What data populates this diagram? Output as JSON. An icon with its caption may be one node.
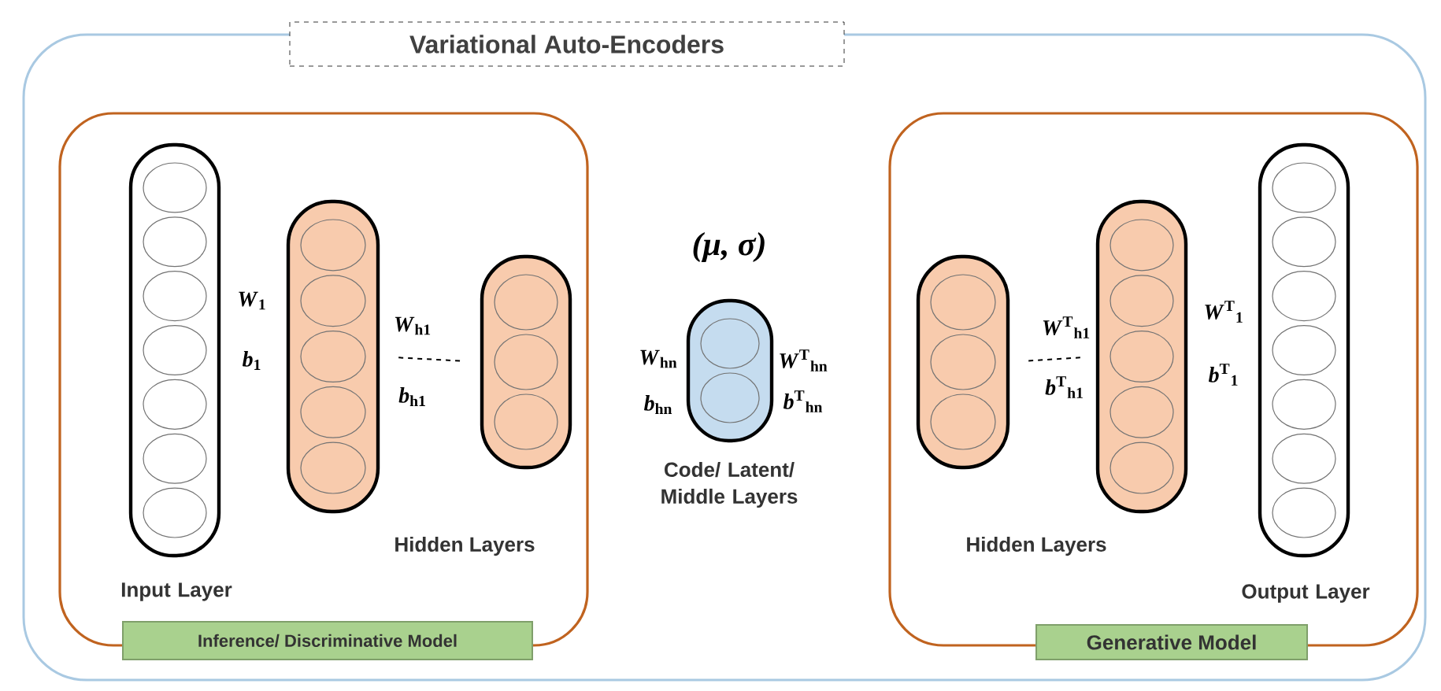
{
  "diagram": {
    "title": "Variational Auto-Encoders",
    "nodes": [
      {
        "text": [
          "Inference/ Discriminative Model"
        ]
      },
      {
        "text": [
          "Input Layer"
        ],
        "in": 0
      },
      {
        "text": [],
        "shape": "circle",
        "in": 1
      },
      {
        "text": [],
        "shape": "circle",
        "in": 1
      },
      {
        "text": [],
        "shape": "circle",
        "in": 1
      },
      {
        "text": [],
        "shape": "circle",
        "in": 1
      },
      {
        "text": [],
        "shape": "circle",
        "in": 1
      },
      {
        "text": [],
        "shape": "circle",
        "in": 1
      },
      {
        "text": [],
        "shape": "circle",
        "in": 1
      },
      {
        "text": [],
        "shape": "bar",
        "in": 0
      },
      {
        "text": [],
        "shape": "circle",
        "in": 9
      },
      {
        "text": [],
        "shape": "circle",
        "in": 9
      },
      {
        "text": [],
        "shape": "circle",
        "in": 9
      },
      {
        "text": [],
        "shape": "circle",
        "in": 9
      },
      {
        "text": [],
        "shape": "circle",
        "in": 9
      },
      {
        "text": [],
        "shape": "bar",
        "in": 0
      },
      {
        "text": [],
        "shape": "circle",
        "in": 15
      },
      {
        "text": [],
        "shape": "circle",
        "in": 15
      },
      {
        "text": [],
        "shape": "circle",
        "in": 15
      },
      {
        "text": [
          "Code/ Latent/ Middle Layers"
        ],
        "beside": [
          "(μ, σ)"
        ]
      },
      {
        "text": [],
        "shape": "circle",
        "in": 19
      },
      {
        "text": [],
        "shape": "circle",
        "in": 19
      },
      {
        "text": [
          "Generative Model"
        ]
      },
      {
        "text": [],
        "shape": "bar",
        "in": 22
      },
      {
        "text": [],
        "shape": "circle",
        "in": 23
      },
      {
        "text": [],
        "shape": "circle",
        "in": 23
      },
      {
        "text": [],
        "shape": "circle",
        "in": 23
      },
      {
        "text": [],
        "shape": "bar",
        "in": 22
      },
      {
        "text": [],
        "shape": "circle",
        "in": 27
      },
      {
        "text": [],
        "shape": "circle",
        "in": 27
      },
      {
        "text": [],
        "shape": "circle",
        "in": 27
      },
      {
        "text": [],
        "shape": "circle",
        "in": 27
      },
      {
        "text": [],
        "shape": "circle",
        "in": 27
      },
      {
        "text": [
          "Output Layer"
        ],
        "in": 22
      },
      {
        "text": [],
        "shape": "circle",
        "in": 33
      },
      {
        "text": [],
        "shape": "circle",
        "in": 33
      },
      {
        "text": [],
        "shape": "circle",
        "in": 33
      },
      {
        "text": [],
        "shape": "circle",
        "in": 33
      },
      {
        "text": [],
        "shape": "circle",
        "in": 33
      },
      {
        "text": [],
        "shape": "circle",
        "in": 33
      },
      {
        "text": [],
        "shape": "circle",
        "in": 33
      }
    ],
    "edges": [
      {
        "from": 9,
        "to": 15,
        "arrow": "none",
        "style": "dashed"
      },
      {
        "from": 23,
        "to": 27,
        "arrow": "none",
        "style": "dashed"
      }
    ],
    "labels": [
      "*W*$_{1}$",
      "*b*$_{1}$",
      "*W*$_{h1}$",
      "*b*$_{h1}$",
      "Hidden Layers",
      "*W*$_{hn}$",
      "*b*$_{hn}$",
      "*W*$^{T}$$_{hn}$",
      "*b*$^{T}$$_{hn}$",
      "*W*$^{T}$$_{h1}$",
      "*b*$^{T}$$_{h1}$",
      "*W*$^{T}$$_{1}$",
      "*b*$^{T}$$_{1}$",
      "Hidden Layers"
    ]
  }
}
